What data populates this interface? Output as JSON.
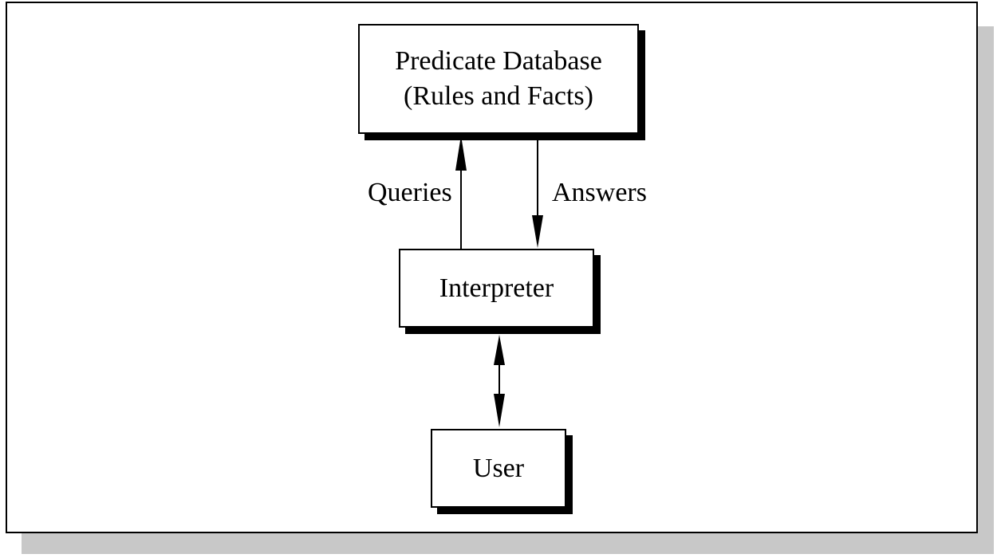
{
  "nodes": {
    "database": {
      "line1": "Predicate Database",
      "line2": "(Rules and Facts)"
    },
    "interpreter": {
      "label": "Interpreter"
    },
    "user": {
      "label": "User"
    }
  },
  "edges": {
    "queries": {
      "label": "Queries",
      "from": "interpreter",
      "to": "database"
    },
    "answers": {
      "label": "Answers",
      "from": "database",
      "to": "interpreter"
    },
    "user_link": {
      "from": "interpreter",
      "to": "user",
      "bidirectional": true
    }
  }
}
